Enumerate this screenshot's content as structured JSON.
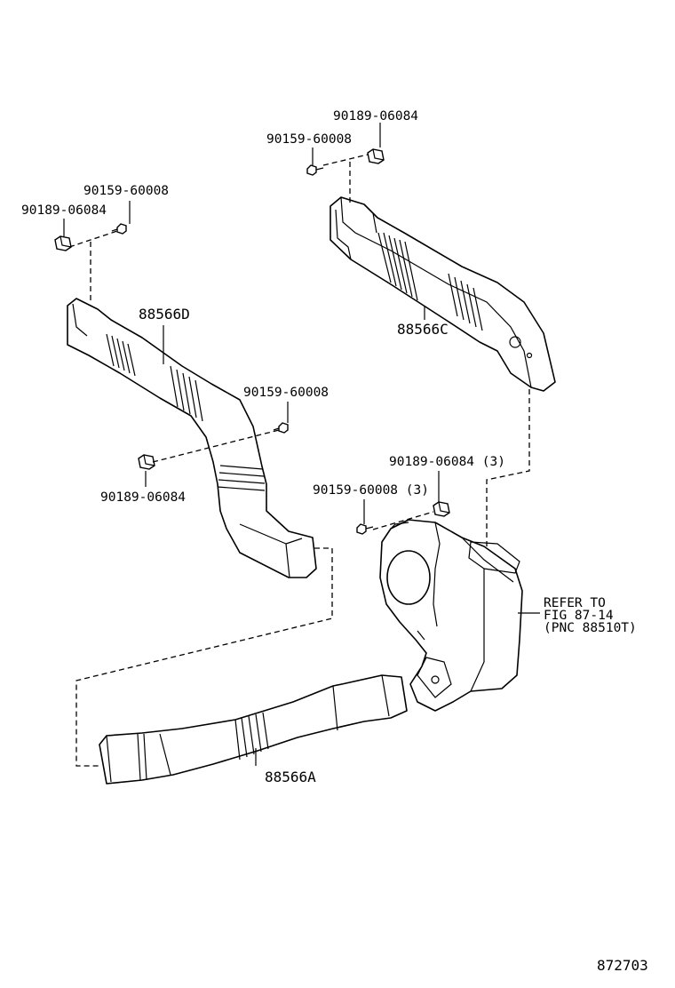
{
  "labels": {
    "clip_top_right": "90189-06084",
    "screw_top_right": "90159-60008",
    "screw_top_left": "90159-60008",
    "clip_top_left": "90189-06084",
    "duct_d": "88566D",
    "duct_c": "88566C",
    "screw_mid_left": "90159-60008",
    "clip_mid_left": "90189-06084",
    "clip_mid_right": "90189-06084 (3)",
    "screw_mid_right": "90159-60008 (3)",
    "refer_line1": "REFER TO",
    "refer_line2": "FIG 87-14",
    "refer_line3": "(PNC 88510T)",
    "duct_a": "88566A",
    "figure_number": "872703"
  },
  "colors": {
    "line": "#000000",
    "background": "#ffffff"
  },
  "icons": [
    "clip-icon",
    "screw-icon"
  ]
}
